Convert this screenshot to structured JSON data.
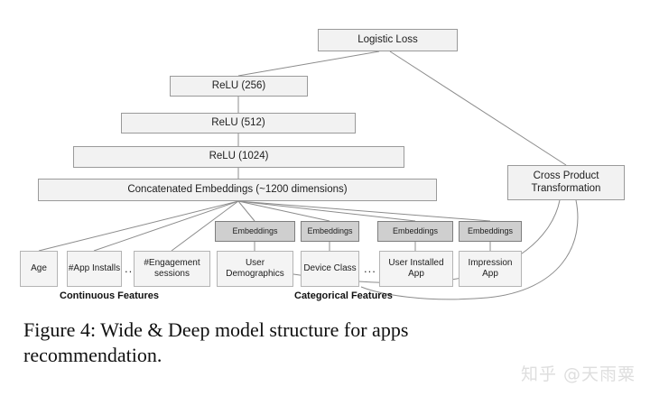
{
  "figure": {
    "caption_line1": "Figure 4:  Wide & Deep model structure for apps",
    "caption_line2": "recommendation.",
    "watermark": "知乎 @天雨粟",
    "colors": {
      "node_fill": "#f2f2f2",
      "node_border": "#9a9a9a",
      "embedding_fill": "#cfcfcf",
      "embedding_border": "#7e7e7e",
      "leaf_fill": "#f4f4f4",
      "leaf_border": "#b4b4b4",
      "wire": "#8c8c8c",
      "background": "#ffffff"
    }
  },
  "diagram": {
    "output": {
      "label": "Logistic Loss"
    },
    "deep_stack": [
      {
        "label": "ReLU (256)"
      },
      {
        "label": "ReLU (512)"
      },
      {
        "label": "ReLU (1024)"
      },
      {
        "label": "Concatenated Embeddings (~1200 dimensions)"
      }
    ],
    "wide_side": {
      "label": "Cross Product Transformation"
    },
    "embeddings": [
      {
        "label": "Embeddings"
      },
      {
        "label": "Embeddings"
      },
      {
        "label": "Embeddings"
      },
      {
        "label": "Embeddings"
      }
    ],
    "continuous_features": {
      "group_label": "Continuous Features",
      "items": [
        {
          "label": "Age"
        },
        {
          "label": "#App Installs"
        },
        {
          "label": "#Engagement sessions"
        }
      ],
      "ellipsis": "..."
    },
    "categorical_features": {
      "group_label": "Categorical Features",
      "items": [
        {
          "label": "User Demographics"
        },
        {
          "label": "Device Class"
        },
        {
          "label": "User Installed App"
        },
        {
          "label": "Impression App"
        }
      ],
      "ellipsis": "..."
    }
  }
}
